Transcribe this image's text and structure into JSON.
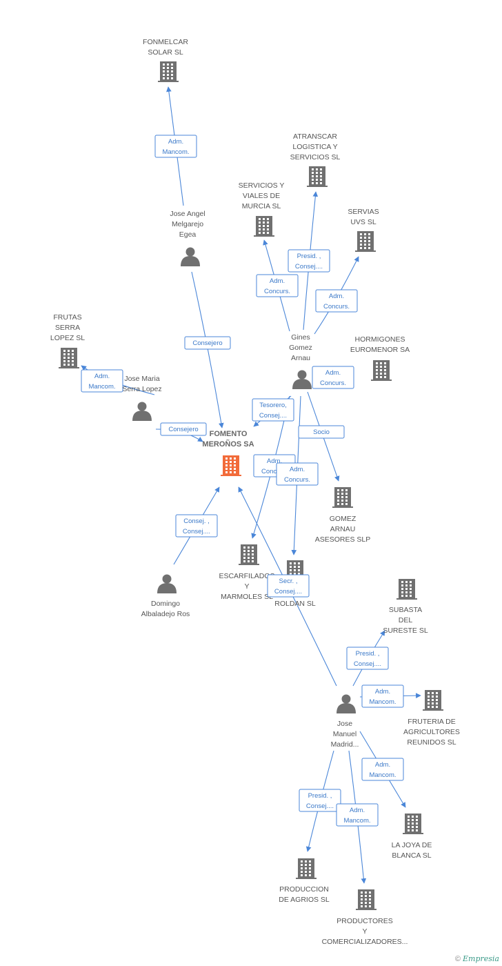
{
  "colors": {
    "building": "#707070",
    "main_building": "#f26b3a",
    "person": "#707070",
    "edge": "#4a86d8"
  },
  "nodes": [
    {
      "id": "fonmelcar",
      "kind": "company",
      "lines": [
        "FONMELCAR",
        "SOLAR SL"
      ]
    },
    {
      "id": "atranscar",
      "kind": "company",
      "lines": [
        "ATRANSCAR",
        "LOGISTICA Y",
        "SERVICIOS SL"
      ]
    },
    {
      "id": "servicios_viales",
      "kind": "company",
      "lines": [
        "SERVICIOS Y",
        "VIALES DE",
        "MURCIA SL"
      ]
    },
    {
      "id": "servias",
      "kind": "company",
      "lines": [
        "SERVIAS",
        "UVS SL"
      ]
    },
    {
      "id": "jose_angel",
      "kind": "person",
      "lines": [
        "Jose Angel",
        "Melgarejo",
        "Egea"
      ]
    },
    {
      "id": "frutas_serra",
      "kind": "company",
      "lines": [
        "FRUTAS",
        "SERRA",
        "LOPEZ SL"
      ]
    },
    {
      "id": "gines",
      "kind": "person",
      "lines": [
        "Gines",
        "Gomez",
        "Arnau"
      ]
    },
    {
      "id": "hormigones",
      "kind": "company",
      "lines": [
        "HORMIGONES",
        "EUROMENOR SA"
      ]
    },
    {
      "id": "jose_maria",
      "kind": "person",
      "lines": [
        "Jose Maria",
        "Serra Lopez"
      ]
    },
    {
      "id": "fomento",
      "kind": "main",
      "lines": [
        "FOMENTO",
        "MEROÑOS SA"
      ]
    },
    {
      "id": "gomez_arnau",
      "kind": "company",
      "lines": [
        "GOMEZ",
        "ARNAU",
        "ASESORES SLP"
      ]
    },
    {
      "id": "escarfilados",
      "kind": "company",
      "lines": [
        "ESCARFILADOS",
        "Y",
        "MARMOLES SL"
      ]
    },
    {
      "id": "roldan",
      "kind": "company",
      "lines": [
        "...ES",
        "ROLDAN SL"
      ]
    },
    {
      "id": "domingo",
      "kind": "person",
      "lines": [
        "Domingo",
        "Albaladejo Ros"
      ]
    },
    {
      "id": "subasta",
      "kind": "company",
      "lines": [
        "SUBASTA",
        "DEL",
        "SURESTE SL"
      ]
    },
    {
      "id": "jose_manuel",
      "kind": "person",
      "lines": [
        "Jose",
        "Manuel",
        "Madrid..."
      ]
    },
    {
      "id": "fruteria",
      "kind": "company",
      "lines": [
        "FRUTERIA DE",
        "AGRICULTORES",
        "REUNIDOS SL"
      ]
    },
    {
      "id": "la_joya",
      "kind": "company",
      "lines": [
        "LA JOYA DE",
        "BLANCA  SL"
      ]
    },
    {
      "id": "produccion_agrios",
      "kind": "company",
      "lines": [
        "PRODUCCION",
        "DE AGRIOS SL"
      ]
    },
    {
      "id": "productores",
      "kind": "company",
      "lines": [
        "PRODUCTORES",
        "Y",
        "COMERCIALIZADORES..."
      ]
    }
  ],
  "edges": [
    {
      "id": "e1",
      "from": "jose_angel",
      "to": "fonmelcar",
      "label": [
        "Adm.",
        "Mancom."
      ]
    },
    {
      "id": "e2",
      "from": "jose_angel",
      "to": "fomento",
      "label": [
        "Consejero"
      ]
    },
    {
      "id": "e3",
      "from": "gines",
      "to": "servicios_viales",
      "label": [
        "Adm.",
        "Concurs."
      ]
    },
    {
      "id": "e4",
      "from": "gines",
      "to": "atranscar",
      "label": [
        "Presid. ,",
        "Consej...."
      ]
    },
    {
      "id": "e5",
      "from": "gines",
      "to": "servias",
      "label": [
        "Adm.",
        "Concurs."
      ]
    },
    {
      "id": "e6",
      "from": "gines",
      "to": "hormigones",
      "label": [
        "Adm.",
        "Concurs."
      ]
    },
    {
      "id": "e7",
      "from": "gines",
      "to": "fomento",
      "label": [
        "Tesorero,",
        "Consej...."
      ]
    },
    {
      "id": "e8",
      "from": "gines",
      "to": "gomez_arnau",
      "label": [
        "Socio"
      ]
    },
    {
      "id": "e9",
      "from": "gines",
      "to": "escarfilados",
      "label": [
        "Adm.",
        "Concurs."
      ]
    },
    {
      "id": "e10",
      "from": "gines",
      "to": "roldan",
      "label": [
        "Adm.",
        "Concurs."
      ]
    },
    {
      "id": "e11",
      "from": "jose_maria",
      "to": "frutas_serra",
      "label": [
        "Adm.",
        "Mancom."
      ]
    },
    {
      "id": "e12",
      "from": "jose_maria",
      "to": "fomento",
      "label": [
        "Consejero"
      ]
    },
    {
      "id": "e13",
      "from": "domingo",
      "to": "fomento",
      "label": [
        "Consej. ,",
        "Consej...."
      ]
    },
    {
      "id": "e14",
      "from": "jose_manuel",
      "to": "fomento",
      "label": [
        "Secr. ,",
        "Consej...."
      ]
    },
    {
      "id": "e15",
      "from": "jose_manuel",
      "to": "subasta",
      "label": [
        "Presid. ,",
        "Consej...."
      ]
    },
    {
      "id": "e16",
      "from": "jose_manuel",
      "to": "fruteria",
      "label": [
        "Adm.",
        "Mancom."
      ]
    },
    {
      "id": "e17",
      "from": "jose_manuel",
      "to": "la_joya",
      "label": [
        "Adm.",
        "Mancom."
      ]
    },
    {
      "id": "e18",
      "from": "jose_manuel",
      "to": "produccion_agrios",
      "label": [
        "Presid. ,",
        "Consej...."
      ]
    },
    {
      "id": "e19",
      "from": "jose_manuel",
      "to": "productores",
      "label": [
        "Adm.",
        "Mancom."
      ]
    }
  ],
  "footer": {
    "copyright": "©",
    "brand": "Empresia"
  }
}
